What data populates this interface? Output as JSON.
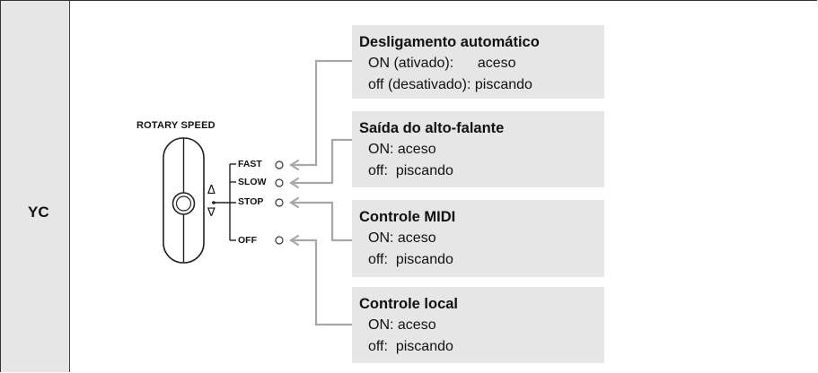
{
  "model_label": "YC",
  "panel": {
    "title": "ROTARY SPEED",
    "positions": [
      "FAST",
      "SLOW",
      "STOP",
      "OFF"
    ],
    "up_symbol": "Δ",
    "down_symbol": "∇"
  },
  "functions": [
    {
      "title": "Desligamento automático",
      "lines": [
        "ON (ativado):      aceso",
        "off (desativado): piscando"
      ]
    },
    {
      "title": "Saída do alto-falante",
      "lines": [
        "ON: aceso",
        "off:  piscando"
      ]
    },
    {
      "title": "Controle MIDI",
      "lines": [
        "ON: aceso",
        "off:  piscando"
      ]
    },
    {
      "title": "Controle local",
      "lines": [
        "ON: aceso",
        "off:  piscando"
      ]
    }
  ],
  "colors": {
    "cell_bg": "#e6e6e6",
    "connector": "#a8a8a8"
  }
}
